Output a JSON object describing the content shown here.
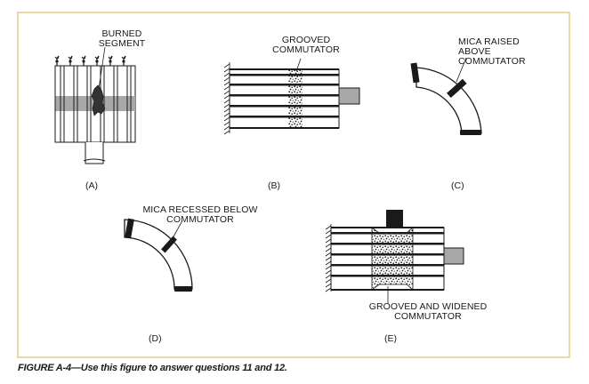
{
  "figure": {
    "caption": "FIGURE A-4—Use this figure to answer questions 11 and 12."
  },
  "panels": {
    "a": {
      "letter": "(A)",
      "label_line1": "BURNED",
      "label_line2": "SEGMENT"
    },
    "b": {
      "letter": "(B)",
      "label_line1": "GROOVED",
      "label_line2": "COMMUTATOR"
    },
    "c": {
      "letter": "(C)",
      "label_line1": "MICA RAISED",
      "label_line2": "ABOVE",
      "label_line3": "COMMUTATOR"
    },
    "d": {
      "letter": "(D)",
      "label_line1": "MICA RECESSED BELOW",
      "label_line2": "COMMUTATOR"
    },
    "e": {
      "letter": "(E)",
      "label_line1": "GROOVED AND WIDENED",
      "label_line2": "COMMUTATOR"
    }
  },
  "colors": {
    "border": "#e8d9a8",
    "band_gray": "#a8a8a8",
    "ink": "#1a1a1a"
  }
}
